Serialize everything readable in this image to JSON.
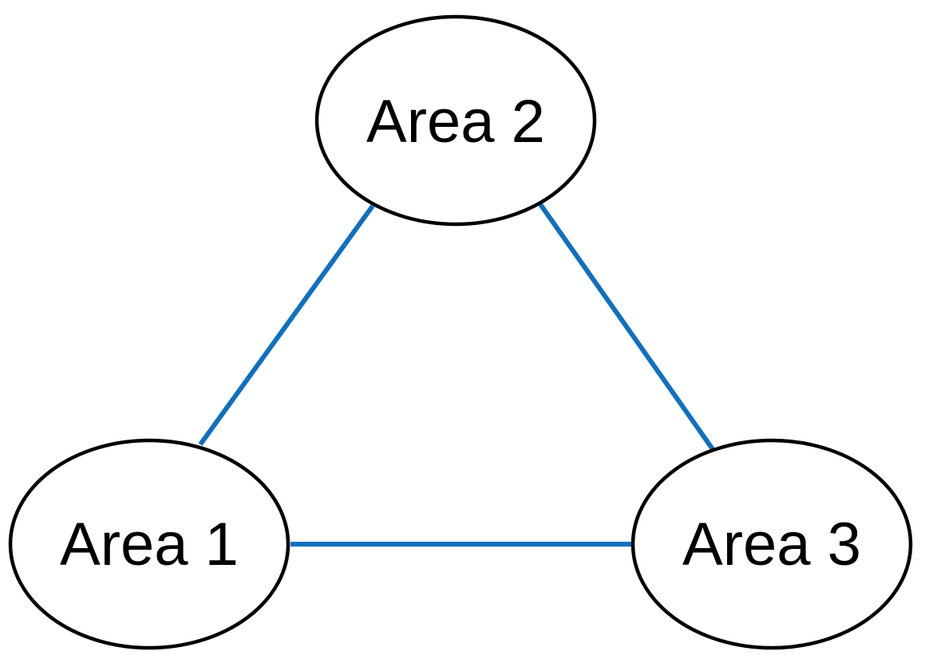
{
  "diagram": {
    "nodes": [
      {
        "id": "area-1",
        "label": "Area 1"
      },
      {
        "id": "area-2",
        "label": "Area 2"
      },
      {
        "id": "area-3",
        "label": "Area 3"
      }
    ],
    "edges": [
      {
        "from": "area-1",
        "to": "area-2"
      },
      {
        "from": "area-2",
        "to": "area-3"
      },
      {
        "from": "area-1",
        "to": "area-3"
      }
    ],
    "colors": {
      "edge": "#1070C0",
      "node_stroke": "#000000",
      "node_fill": "#FFFFFF",
      "background": "#FFFFFF"
    }
  }
}
